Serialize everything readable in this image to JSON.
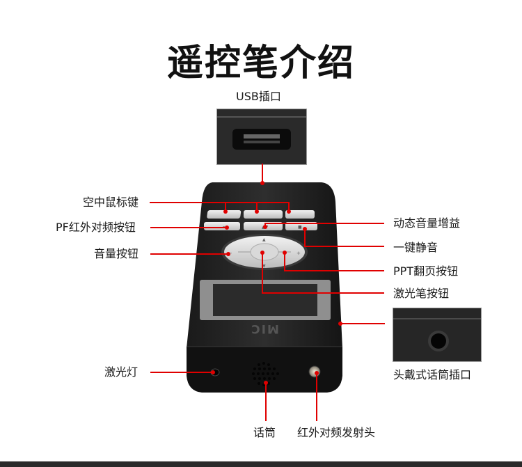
{
  "title": "遥控笔介绍",
  "labels": {
    "usb_port": "USB插口",
    "air_mouse_key": "空中鼠标键",
    "pf_ir_pair_button": "PF红外对频按钮",
    "volume_button": "音量按钮",
    "dynamic_volume_gain": "动态音量增益",
    "one_key_mute": "一键静音",
    "ppt_page_button": "PPT翻页按钮",
    "laser_pen_button": "激光笔按钮",
    "headset_port": "头戴式话筒插口",
    "laser_light": "激光灯",
    "microphone": "话筒",
    "ir_pair_emitter": "红外对频发射头"
  },
  "device": {
    "mic_marking": "MIC"
  }
}
